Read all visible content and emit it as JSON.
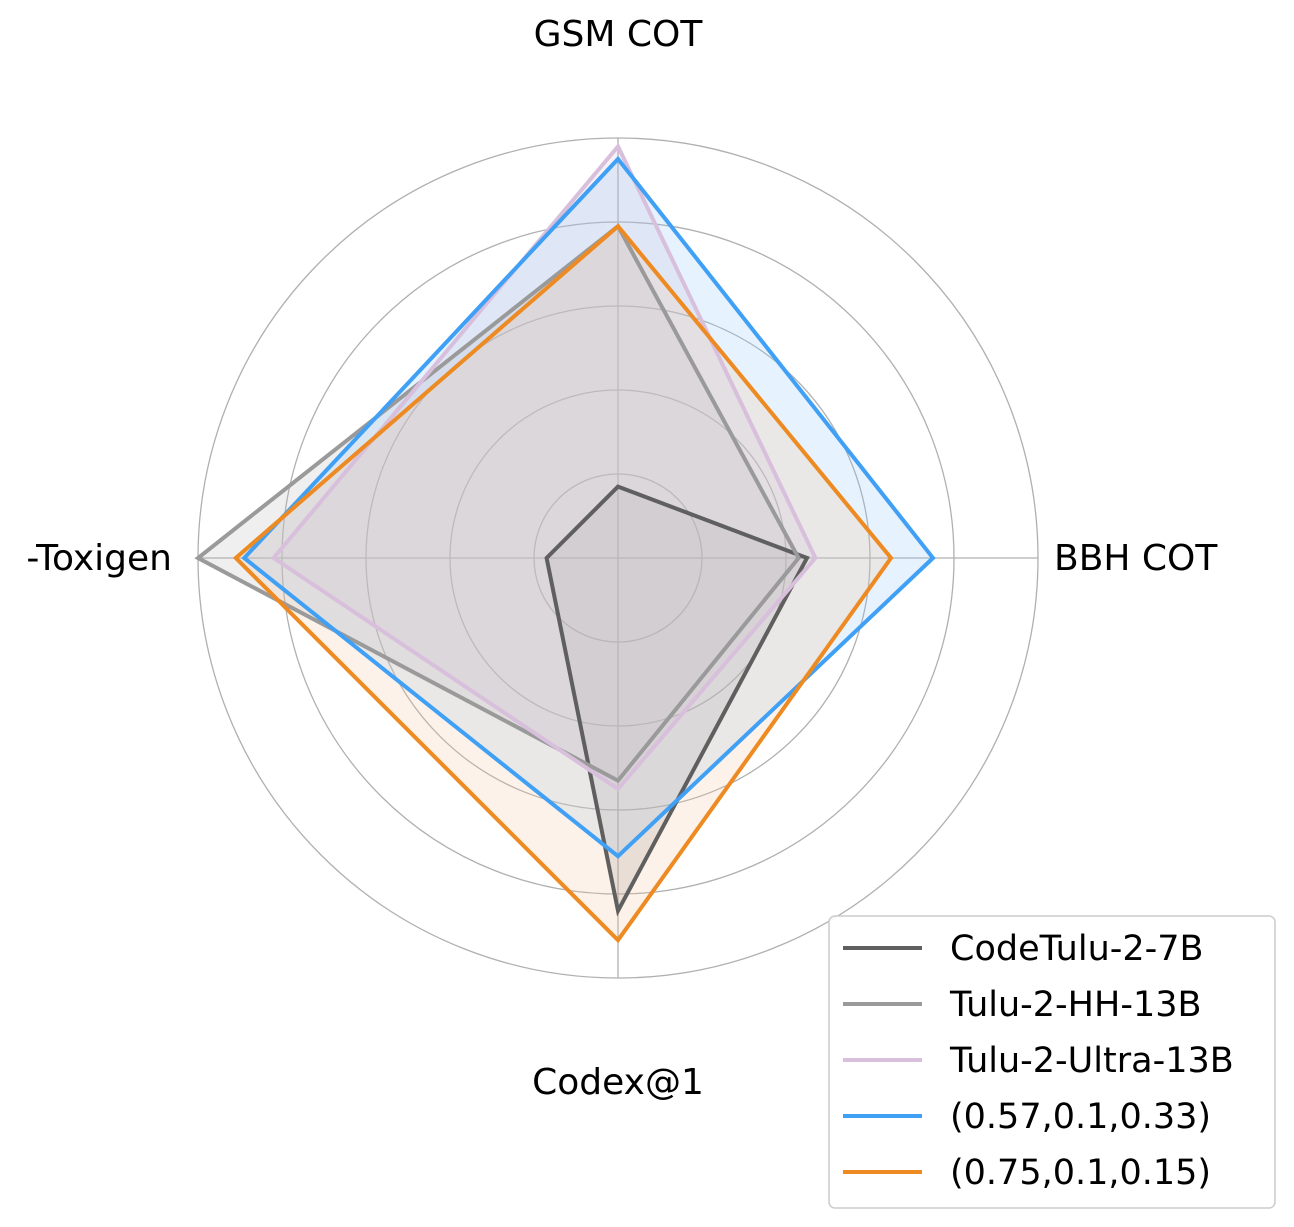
{
  "chart_data": {
    "type": "radar",
    "axes": [
      "GSM COT",
      "BBH COT",
      "Codex@1",
      "-Toxigen"
    ],
    "rlim": [
      0,
      1
    ],
    "grid": true,
    "legend_position": "lower-right",
    "series": [
      {
        "name": "CodeTulu-2-7B",
        "color": "#5f5f5f",
        "fill": "#8c8c8c",
        "values": [
          0.17,
          0.45,
          0.84,
          0.17
        ]
      },
      {
        "name": "Tulu-2-HH-13B",
        "color": "#9a9a9a",
        "fill": "#b4b4b4",
        "values": [
          0.79,
          0.43,
          0.53,
          1.0
        ]
      },
      {
        "name": "Tulu-2-Ultra-13B",
        "color": "#d8bfdc",
        "fill": "#d8bfdc",
        "values": [
          0.98,
          0.47,
          0.55,
          0.82
        ]
      },
      {
        "name": "(0.57,0.1,0.33)",
        "color": "#3fa0f5",
        "fill": "#8cc2f5",
        "values": [
          0.95,
          0.75,
          0.71,
          0.89
        ]
      },
      {
        "name": "(0.75,0.1,0.15)",
        "color": "#ee8a22",
        "fill": "#f8c49a",
        "values": [
          0.79,
          0.65,
          0.91,
          0.91
        ]
      }
    ]
  }
}
